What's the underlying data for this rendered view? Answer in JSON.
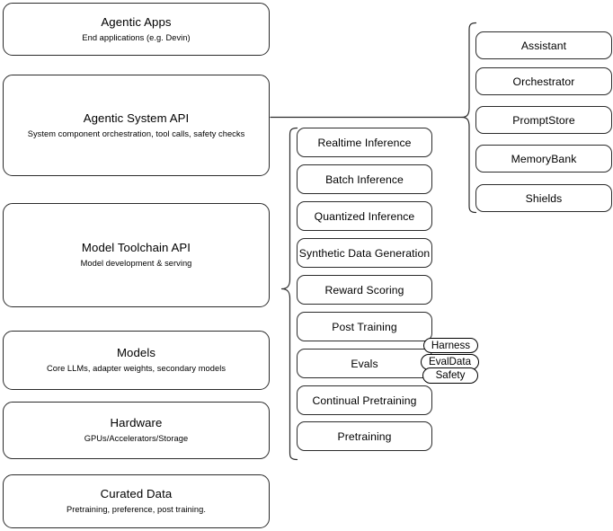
{
  "diagram": {
    "title": "AI stack layered architecture diagram",
    "stroke_color": "#2b2b2b",
    "background_color": "#ffffff"
  },
  "left_stack": {
    "items": [
      {
        "title": "Agentic Apps",
        "subtitle": "End applications (e.g. Devin)"
      },
      {
        "title": "Agentic System API",
        "subtitle": "System component orchestration, tool calls, safety checks"
      },
      {
        "title": "Model Toolchain API",
        "subtitle": "Model development & serving"
      },
      {
        "title": "Models",
        "subtitle": "Core LLMs, adapter weights, secondary models"
      },
      {
        "title": "Hardware",
        "subtitle": "GPUs/Accelerators/Storage"
      },
      {
        "title": "Curated Data",
        "subtitle": "Pretraining, preference, post training."
      }
    ]
  },
  "middle_column": {
    "brace_label": "model-toolchain-brace",
    "items": [
      {
        "label": "Realtime Inference"
      },
      {
        "label": "Batch Inference"
      },
      {
        "label": "Quantized Inference"
      },
      {
        "label": "Synthetic Data Generation"
      },
      {
        "label": "Reward Scoring"
      },
      {
        "label": "Post Training"
      },
      {
        "label": "Evals"
      },
      {
        "label": "Continual Pretraining"
      },
      {
        "label": "Pretraining"
      }
    ]
  },
  "evals_badges": {
    "items": [
      {
        "label": "Harness"
      },
      {
        "label": "EvalData"
      },
      {
        "label": "Safety"
      }
    ]
  },
  "right_column": {
    "brace_label": "agentic-system-brace",
    "items": [
      {
        "label": "Assistant"
      },
      {
        "label": "Orchestrator"
      },
      {
        "label": "PromptStore"
      },
      {
        "label": "MemoryBank"
      },
      {
        "label": "Shields"
      }
    ]
  }
}
